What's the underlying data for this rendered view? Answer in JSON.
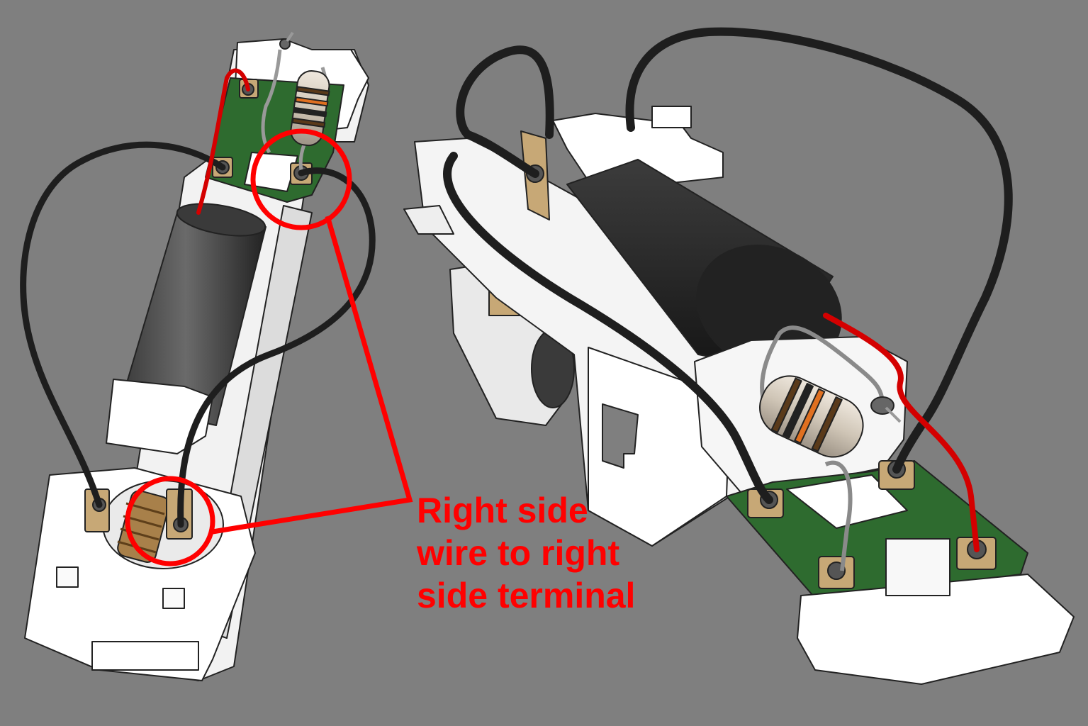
{
  "annotation": {
    "lines": [
      "Right side",
      "wire to right",
      "side terminal"
    ],
    "color": "#ff0000"
  },
  "colors": {
    "background": "#7f7f7f",
    "plastic": "#ffffff",
    "motor": "#2a2a2a",
    "pcb": "#2e6b2f",
    "copper_pad": "#c7a876",
    "wire_black": "#1e1e1e",
    "wire_red": "#d40000",
    "wire_grey": "#8a8a8a",
    "resistor_body": "#d8cfc2"
  },
  "icons": [
    "motor-icon",
    "resistor-icon",
    "pcb-icon",
    "worm-gear-icon",
    "wire-icon"
  ]
}
